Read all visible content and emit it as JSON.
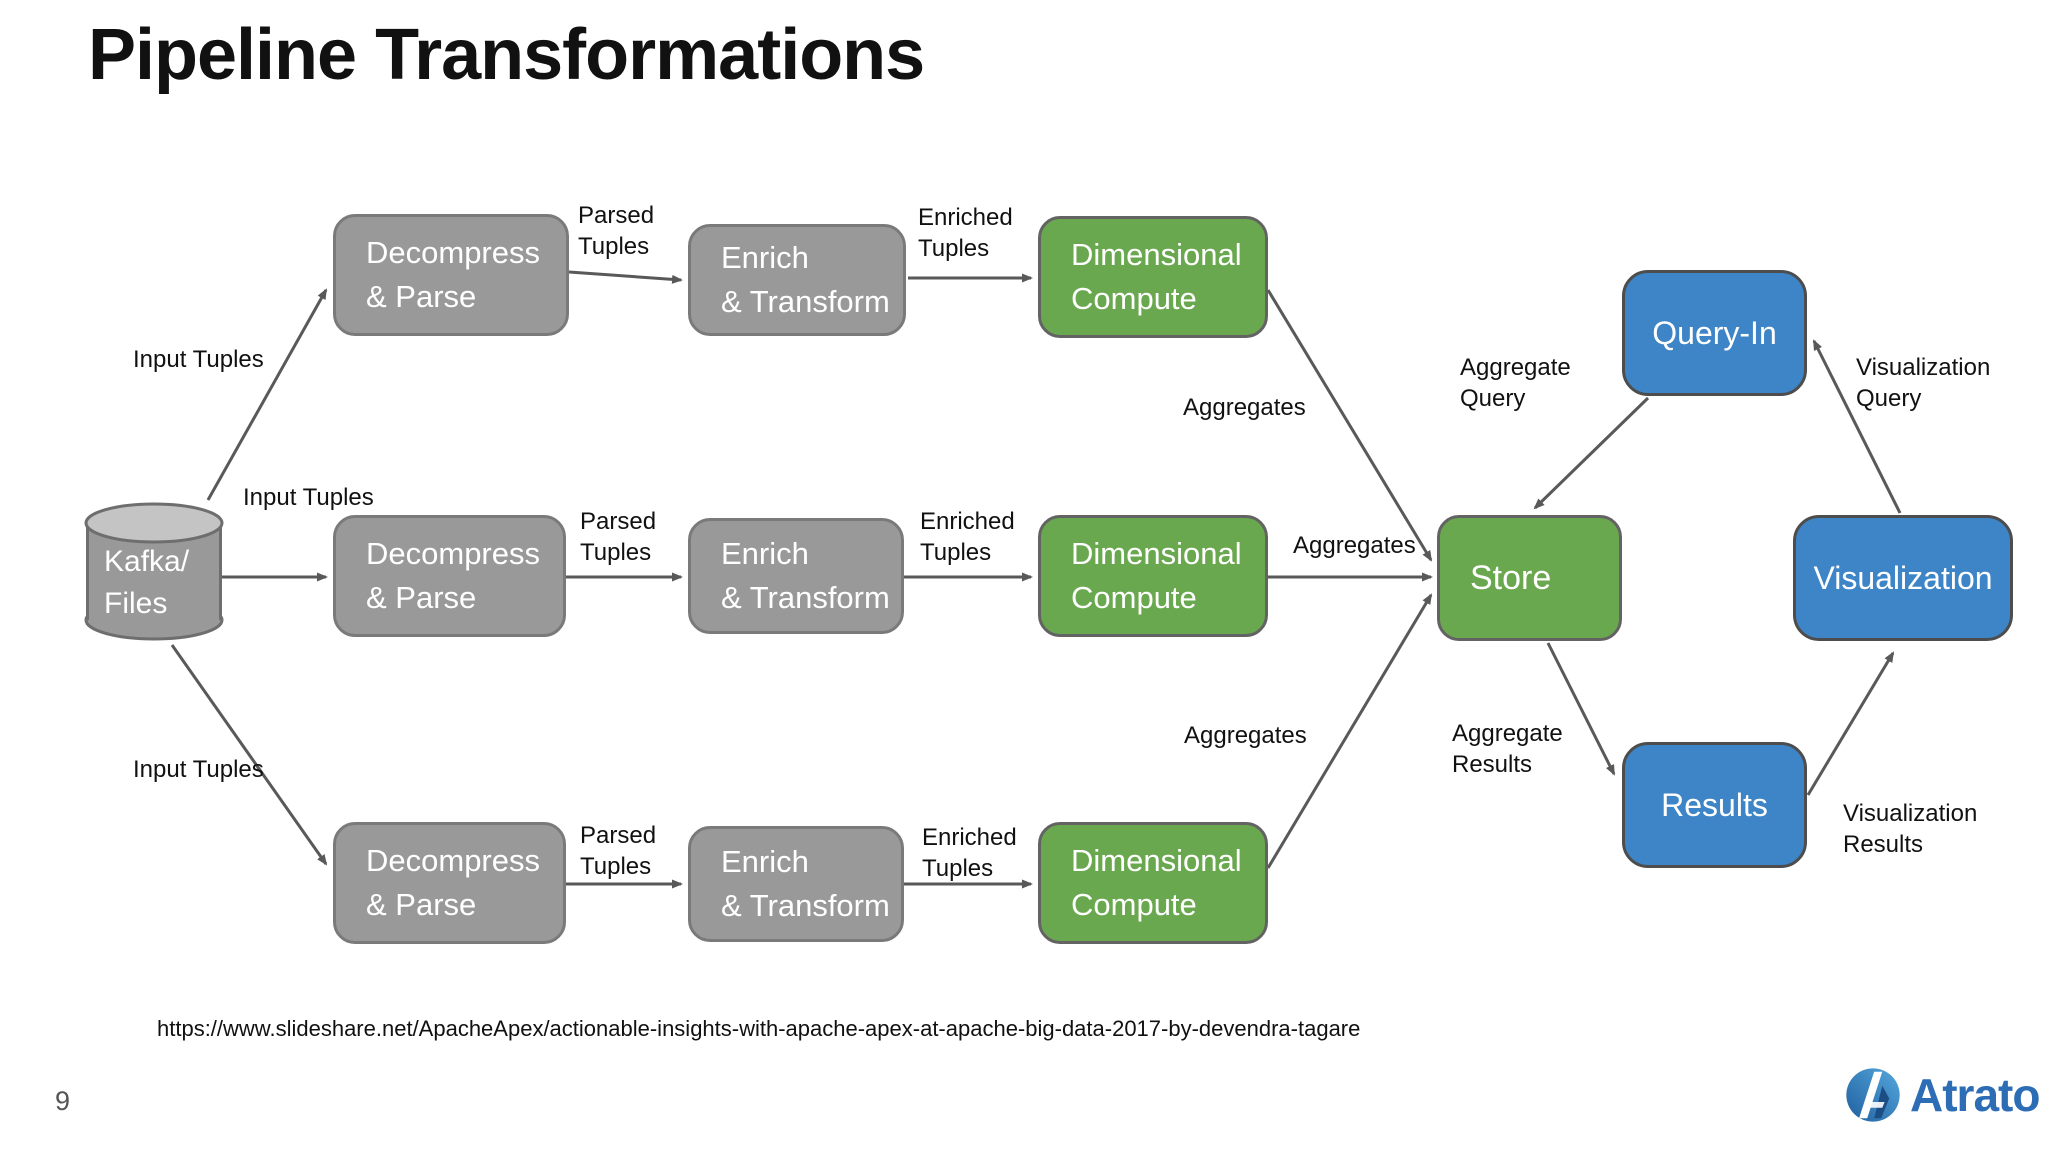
{
  "slide": {
    "title": "Pipeline Transformations",
    "page_number": "9",
    "source_url": "https://www.slideshare.net/ApacheApex/actionable-insights-with-apache-apex-at-apache-big-data-2017-by-devendra-tagare"
  },
  "nodes": {
    "kafka": "Kafka/\nFiles",
    "decompress": "Decompress\n& Parse",
    "enrich": "Enrich\n& Transform",
    "dimensional": "Dimensional\nCompute",
    "store": "Store",
    "query_in": "Query-In",
    "visualization": "Visualization",
    "results": "Results"
  },
  "edge_labels": {
    "input_tuples": "Input Tuples",
    "parsed_tuples": "Parsed\nTuples",
    "enriched_tuples": "Enriched\nTuples",
    "aggregates": "Aggregates",
    "aggregate_query": "Aggregate\nQuery",
    "aggregate_results": "Aggregate\nResults",
    "visualization_query": "Visualization\nQuery",
    "visualization_results": "Visualization\nResults"
  },
  "logo": {
    "brand": "Atrato"
  },
  "colors": {
    "gray_node": "#999999",
    "green_node": "#6aa84f",
    "blue_node": "#3d85c6",
    "arrow": "#595959",
    "cylinder_top": "#c4c4c4",
    "logo_blue": "#2d6db5"
  }
}
